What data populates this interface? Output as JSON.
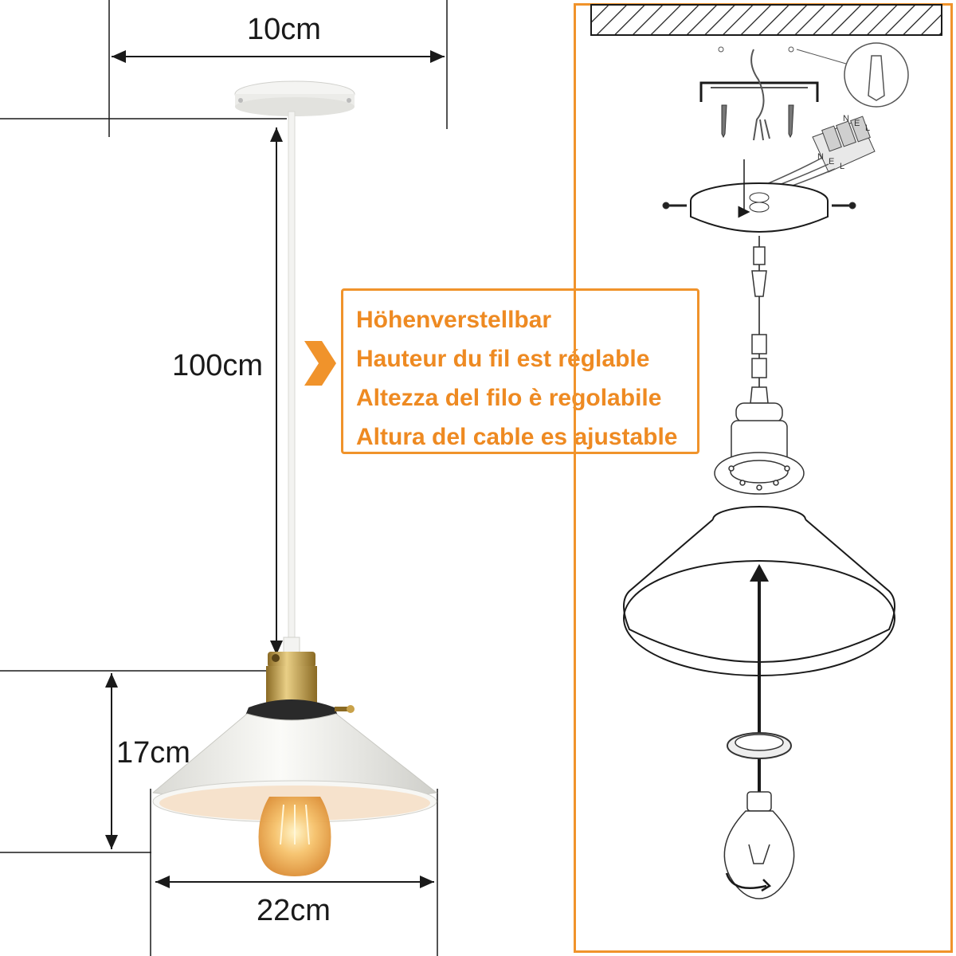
{
  "dimensions": {
    "canopy_width": "10cm",
    "cable_length": "100cm",
    "shade_height": "17cm",
    "shade_width": "22cm"
  },
  "callout": {
    "lines": [
      "Höhenverstellbar",
      "Hauteur du fil est réglable",
      "Altezza del filo è regolabile",
      "Altura del cable es ajustable"
    ]
  },
  "terminal_labels": {
    "top": [
      "N",
      "E",
      "L"
    ],
    "bottom": [
      "N",
      "E",
      "L"
    ]
  },
  "colors": {
    "accent": "#f0932b",
    "shade_white": "#f2f2ee",
    "shade_inner": "#f6e2cc",
    "brass": "#c9a24a",
    "bulb": "#f3b45a",
    "line": "#1a1a1a"
  }
}
